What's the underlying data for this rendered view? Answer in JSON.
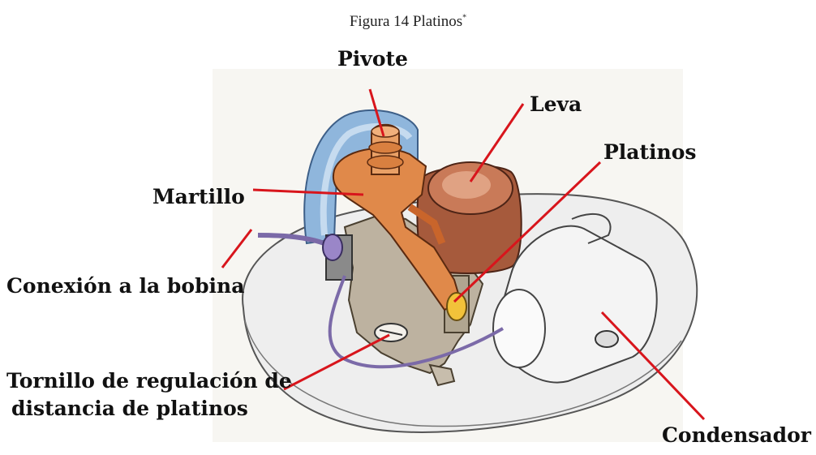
{
  "caption": {
    "text": "Figura 14 Platinos",
    "footnote_mark": "*"
  },
  "labels": {
    "pivote": "Pivote",
    "leva": "Leva",
    "platinos": "Platinos",
    "martillo": "Martillo",
    "conexion": "Conexión a la bobina",
    "tornillo_line1": "Tornillo de regulación de",
    "tornillo_line2": "distancia de platinos",
    "condensador": "Condensador"
  },
  "colors": {
    "leader_line": "#d8151c",
    "copper": "#e0894a",
    "cam": "#a65a3c",
    "base": "#eeeeee",
    "bracket": "#bdb2a0",
    "condenser": "#f4f4f4",
    "cup": "#8fb6dc",
    "wire": "#7b6aa8",
    "contact": "#f2c23a"
  }
}
